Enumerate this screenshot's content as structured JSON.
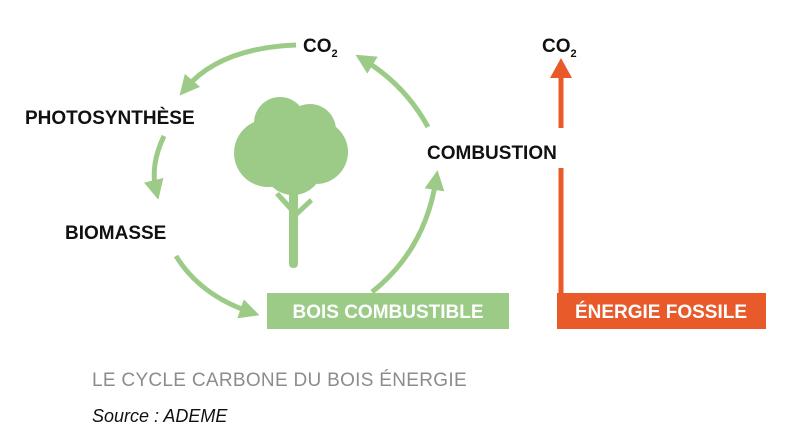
{
  "colors": {
    "green": "#9ccb87",
    "red": "#e85a2a",
    "text": "#111111",
    "caption": "#8c8c8c"
  },
  "labels": {
    "co2_cycle": {
      "main": "CO",
      "sub": "2"
    },
    "co2_fossil": {
      "main": "CO",
      "sub": "2"
    },
    "photosynthese": "PHOTOSYNTHÈSE",
    "biomasse": "BIOMASSE",
    "combustion": "COMBUSTION",
    "bois_combustible": "BOIS COMBUSTIBLE",
    "energie_fossile": "ÉNERGIE FOSSILE"
  },
  "caption": "LE CYCLE CARBONE DU BOIS ÉNERGIE",
  "source": "Source : ADEME"
}
